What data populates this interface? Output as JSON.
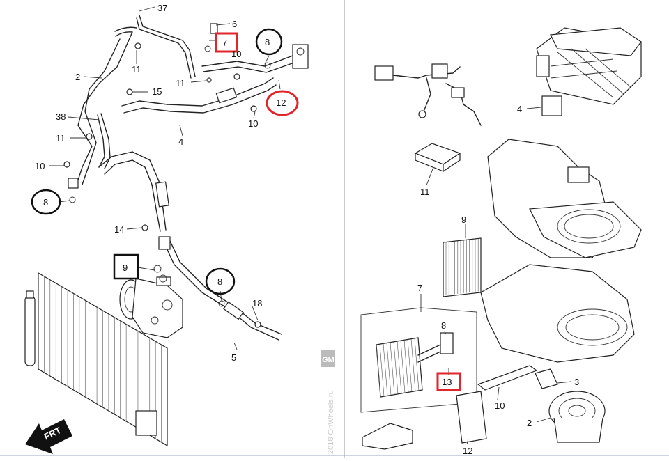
{
  "left_panel": {
    "callouts": [
      "37",
      "6",
      "7",
      "8",
      "10",
      "11",
      "2",
      "11",
      "15",
      "12",
      "38",
      "10",
      "11",
      "4",
      "10",
      "8",
      "14",
      "9",
      "8",
      "18",
      "5"
    ],
    "frt_label": "FRT"
  },
  "right_panel": {
    "callouts": [
      "4",
      "11",
      "9",
      "7",
      "8",
      "13",
      "3",
      "10",
      "2",
      "12"
    ]
  },
  "watermark": {
    "badge": "GM",
    "text": "2018 OnWheels.ru"
  },
  "highlight_colors": {
    "red": "#e0262b",
    "black": "#111111"
  }
}
